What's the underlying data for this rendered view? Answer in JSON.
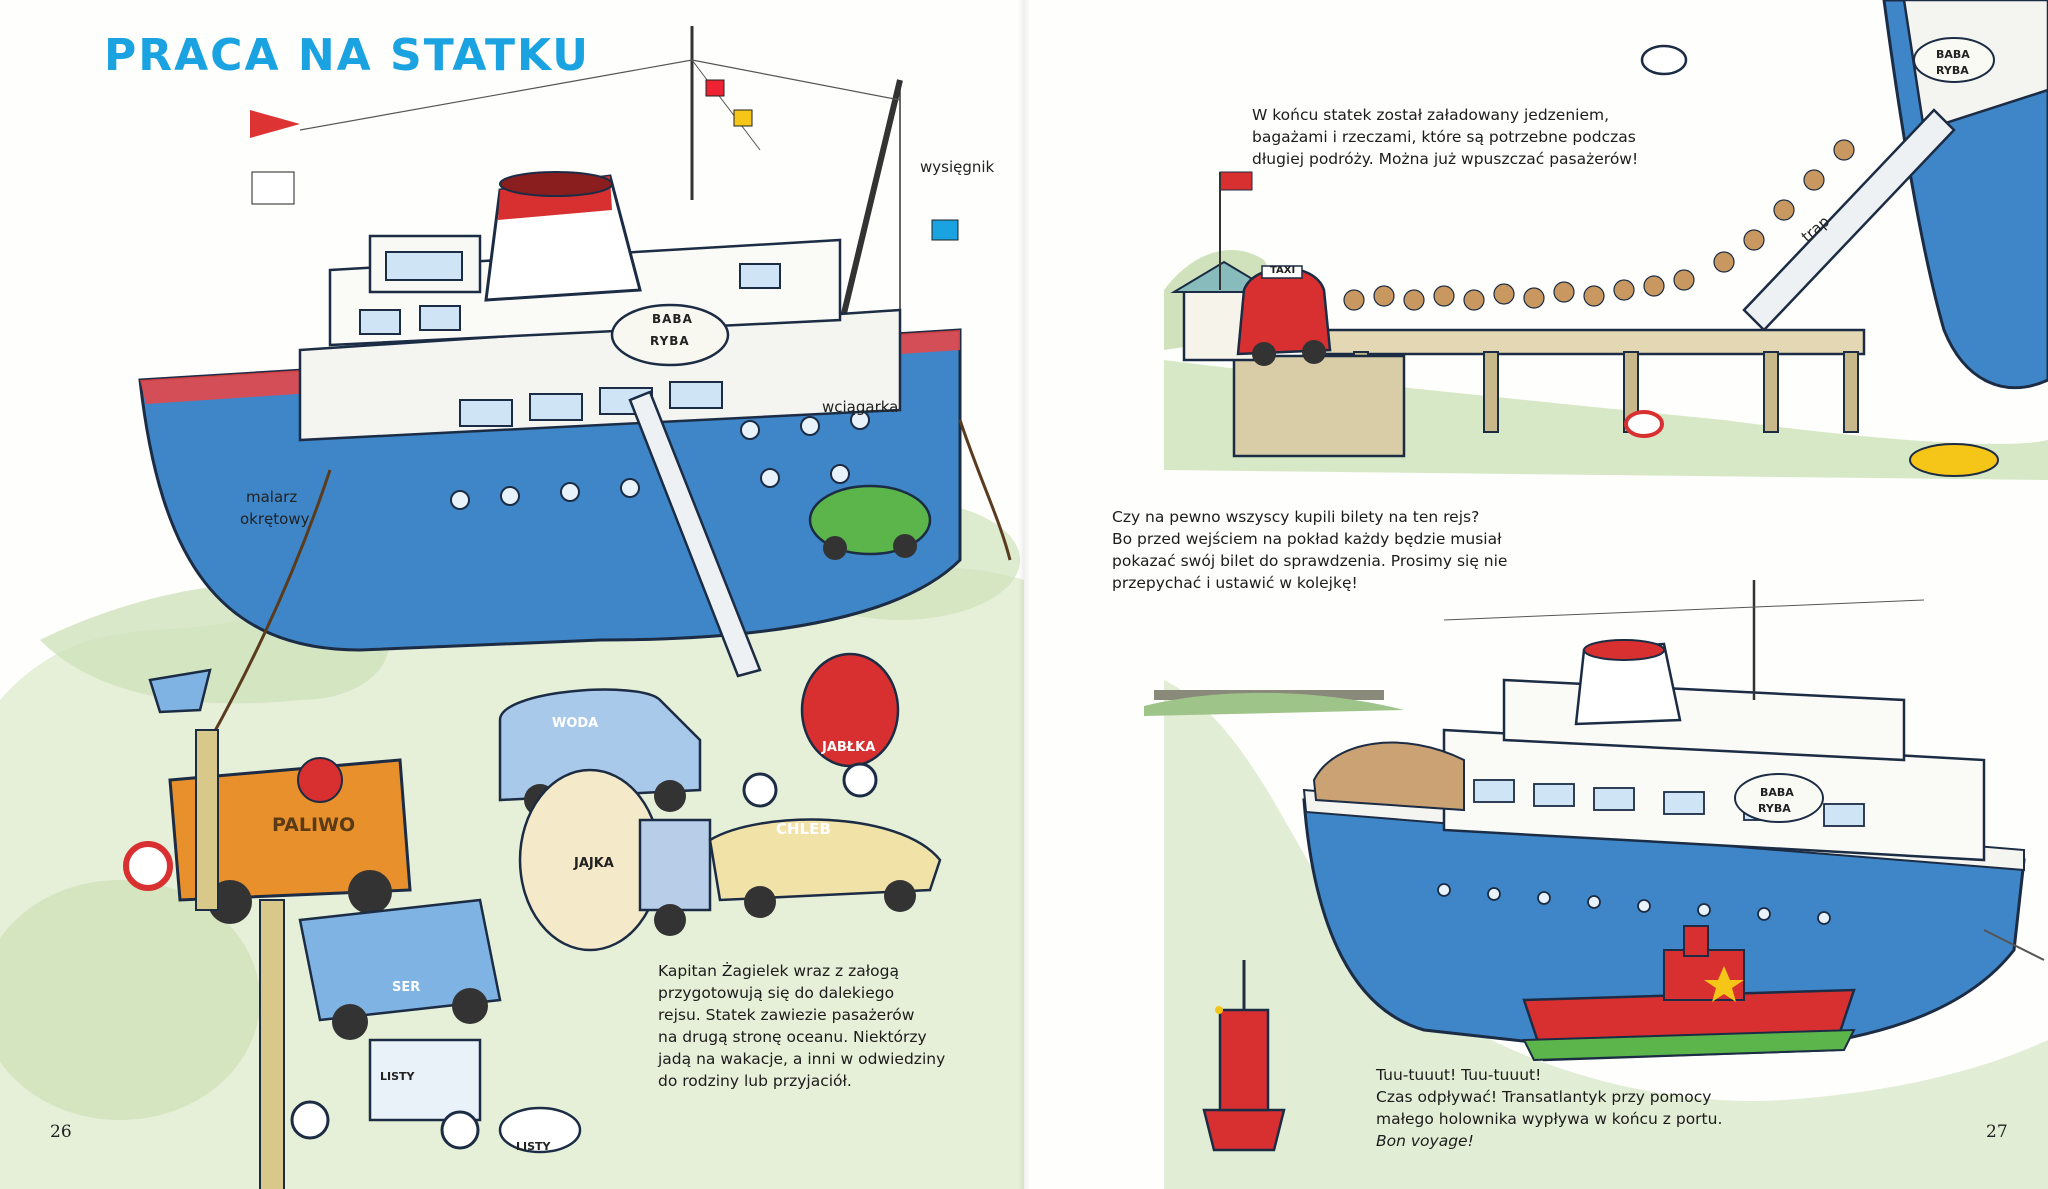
{
  "left_page": {
    "title": "PRACA NA STATKU",
    "page_number": "26",
    "labels": {
      "boom": "wysięgnik",
      "winch": "wciągarka",
      "painter_line1": "malarz",
      "painter_line2": "okrętowy"
    },
    "vehicle_labels": {
      "fuel": "PALIWO",
      "water": "WODA",
      "apples": "JABŁKA",
      "eggs": "JAJKA",
      "bread": "CHLEB",
      "cheese": "SER",
      "letters": "LISTY",
      "letters_basket": "LISTY"
    },
    "ship_name": {
      "line1": "BABA",
      "line2": "RYBA"
    },
    "caption_lines": [
      "Kapitan Żagielek wraz z załogą",
      "przygotowują się do dalekiego",
      "rejsu. Statek zawiezie pasażerów",
      "na drugą stronę oceanu. Niektórzy",
      "jadą na wakacje, a inni w odwiedziny",
      "do rodziny lub przyjaciół."
    ]
  },
  "right_page": {
    "page_number": "27",
    "labels": {
      "gangway": "trap",
      "taxi": "TAXI"
    },
    "ship_name": {
      "line1": "BABA",
      "line2": "RYBA"
    },
    "top_caption_lines": [
      "W końcu statek został załadowany jedzeniem,",
      "bagażami i rzeczami, które są potrzebne podczas",
      "długiej podróży. Można już wpuszczać pasażerów!"
    ],
    "middle_caption_lines": [
      "Czy na pewno wszyscy kupili bilety na ten rejs?",
      "Bo przed wejściem na pokład każdy będzie musiał",
      "pokazać swój bilet do sprawdzenia. Prosimy się nie",
      "przepychać i ustawić w kolejkę!"
    ],
    "bottom_caption_lines": [
      "Tuu-tuuut! Tuu-tuuut!",
      "Czas odpływać! Transatlantyk przy pomocy",
      "małego holownika wypływa w końcu z portu."
    ],
    "bottom_caption_italic": "Bon voyage!"
  },
  "colors": {
    "title_blue": "#1aa3e0",
    "hull_blue": "#3f86c9",
    "water_green": "#d7e8c6",
    "tug_red": "#d83030",
    "fuel_orange": "#e8902c"
  }
}
